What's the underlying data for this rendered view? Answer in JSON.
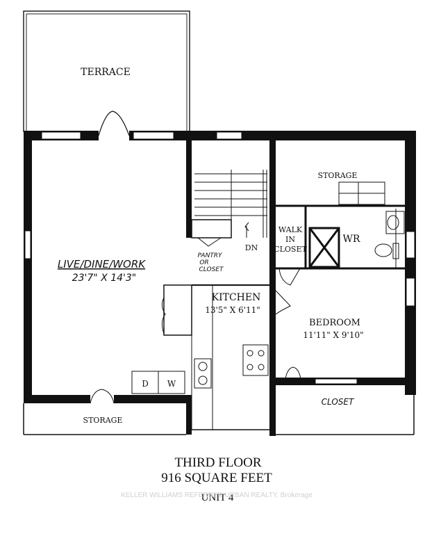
{
  "rooms": {
    "terrace": "TERRACE",
    "live": {
      "name": "LIVE/DINE/WORK",
      "size": "23'7\" X 14'3\""
    },
    "storage_top": "STORAGE",
    "pantry": [
      "PANTRY",
      "OR",
      "CLOSET"
    ],
    "dn": "DN",
    "walk_in": [
      "WALK",
      "IN",
      "CLOSET"
    ],
    "wr": "WR",
    "kitchen": {
      "name": "KITCHEN",
      "size": "13'5\" X 6'11\""
    },
    "bedroom": {
      "name": "BEDROOM",
      "size": "11'11\" X 9'10\""
    },
    "closet": "CLOSET",
    "storage_bottom": "STORAGE",
    "washer_dryer": [
      "D",
      "W"
    ]
  },
  "caption": {
    "floor": "THIRD FLOOR",
    "area": "916 SQUARE FEET",
    "unit": "UNIT 4"
  },
  "watermark": "KELLER WILLIAMS REFERRED URBAN REALTY, Brokerage"
}
